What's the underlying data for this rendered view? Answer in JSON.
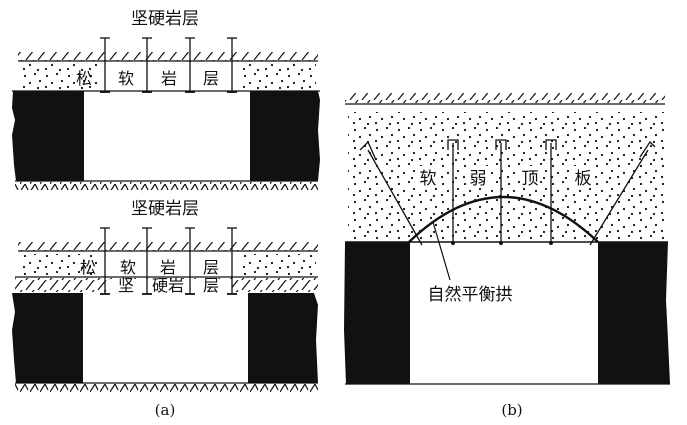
{
  "panel_a": {
    "top": {
      "hard_layer_label": "坚硬岩层",
      "soft_layer_chars": [
        "松",
        "软",
        "岩",
        "层"
      ]
    },
    "bottom": {
      "hard_layer_label_above": "坚硬岩层",
      "soft_layer_chars": [
        "松",
        "软",
        "岩",
        "层"
      ],
      "hard_layer_below_chars": [
        "坚",
        "硬岩",
        "层"
      ]
    },
    "caption": "(a)"
  },
  "panel_b": {
    "roof_label_chars": [
      "软",
      "弱",
      "顶",
      "板"
    ],
    "arch_label": "自然平衡拱",
    "caption": "(b)"
  },
  "colors": {
    "ink": "#111111",
    "background": "#ffffff"
  }
}
